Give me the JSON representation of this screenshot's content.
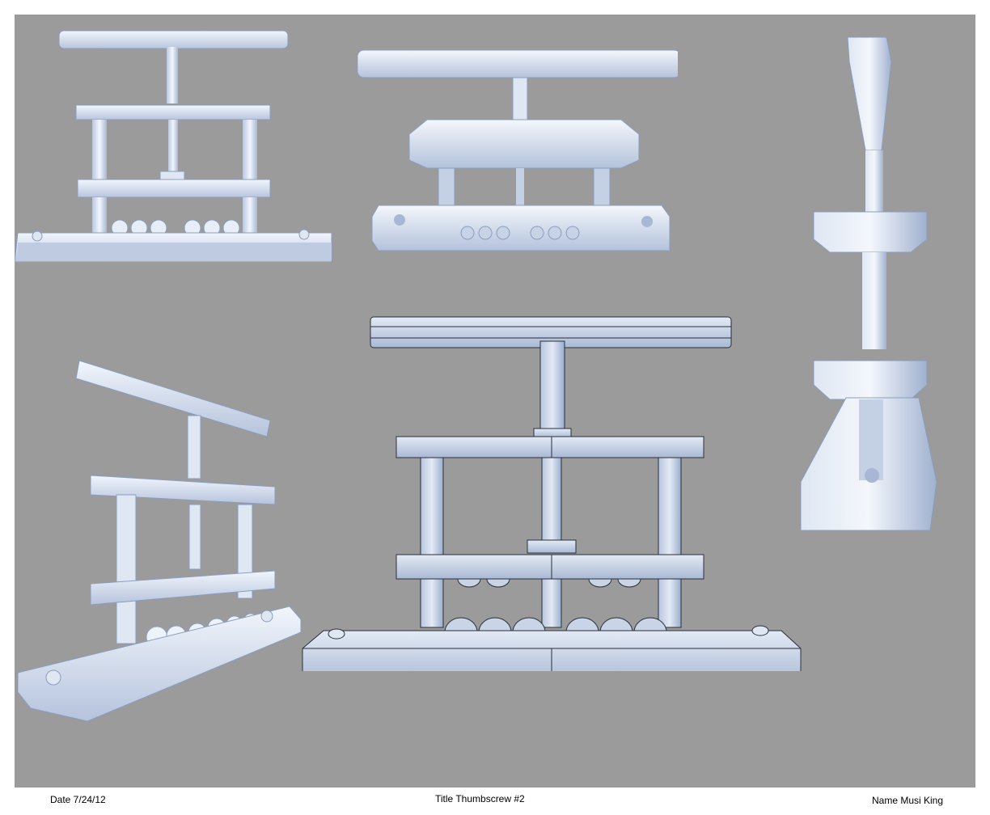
{
  "sheet": {
    "date_label": "Date 7/24/12",
    "title_label": "Title Thumbscrew #2",
    "name_label": "Name Musi King"
  },
  "colors": {
    "background": "#9b9b9b",
    "model_light": "#eef3fb",
    "model_mid": "#c4d0e4",
    "model_dark": "#8a9dbf",
    "wire": "#2a2f3a"
  },
  "views": [
    {
      "name": "front-top-view"
    },
    {
      "name": "top-perspective-view"
    },
    {
      "name": "side-view"
    },
    {
      "name": "angled-perspective-view"
    },
    {
      "name": "wireframe-front-view"
    }
  ]
}
